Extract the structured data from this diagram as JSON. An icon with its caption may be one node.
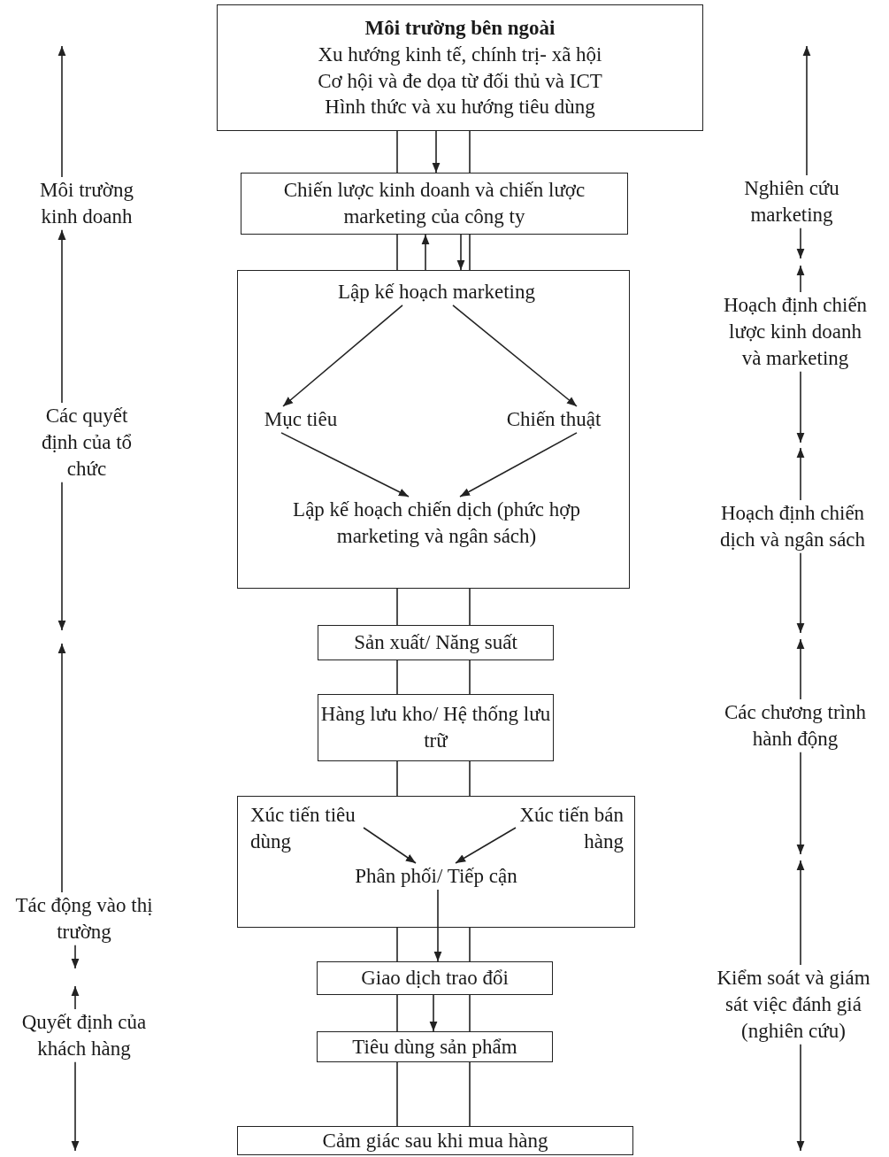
{
  "diagram": {
    "nodes": [
      {
        "text": [
          "Môi trường bên ngoài",
          "Xu hướng kinh tế, chính trị- xã hội",
          "Cơ hội và đe dọa từ đối thủ và ICT",
          "Hình thức và xu hướng tiêu dùng"
        ]
      },
      {
        "text": [
          "Chiến lược kinh doanh và chiến lược marketing của công ty"
        ]
      },
      {
        "text": [],
        "shape": "box"
      },
      {
        "text": [
          "Lập kế hoạch marketing"
        ],
        "in": 2
      },
      {
        "text": [
          "Mục tiêu"
        ],
        "in": 2
      },
      {
        "text": [
          "Chiến thuật"
        ],
        "in": 2
      },
      {
        "text": [
          "Lập kế hoạch chiến dịch (phức hợp marketing và ngân sách)"
        ],
        "in": 2
      },
      {
        "text": [
          "Sản xuất/ Năng suất"
        ]
      },
      {
        "text": [
          "Hàng lưu kho/ Hệ thống lưu trữ"
        ]
      },
      {
        "text": [],
        "shape": "box"
      },
      {
        "text": [
          "Xúc tiến tiêu dùng"
        ],
        "in": 9
      },
      {
        "text": [
          "Xúc tiến bán hàng"
        ],
        "in": 9
      },
      {
        "text": [
          "Phân phối/ Tiếp cận"
        ],
        "in": 9
      },
      {
        "text": [
          "Giao dịch trao đổi"
        ]
      },
      {
        "text": [
          "Tiêu dùng sản phẩm"
        ]
      },
      {
        "text": [
          "Cảm giác sau khi mua hàng"
        ]
      },
      {
        "text": [
          "Môi trường kinh doanh"
        ]
      },
      {
        "text": [
          "Các quyết định của tổ chức"
        ]
      },
      {
        "text": [
          "Tác động vào thị trường"
        ]
      },
      {
        "text": [
          "Quyết định của khách hàng"
        ]
      },
      {
        "text": [
          "Nghiên cứu marketing"
        ]
      },
      {
        "text": [
          "Hoạch định chiến lược kinh doanh và marketing"
        ]
      },
      {
        "text": [
          "Hoạch định chiến dịch và ngân sách"
        ]
      },
      {
        "text": [
          "Các chương trình hành động"
        ]
      },
      {
        "text": [
          "Kiểm soát và giám sát việc đánh giá (nghiên cứu)"
        ]
      }
    ],
    "edges": [
      {
        "from": 0,
        "to": 1,
        "arrow": "to"
      },
      {
        "from": 0,
        "to": 1,
        "arrow": "none"
      },
      {
        "from": 0,
        "to": 1,
        "arrow": "none"
      },
      {
        "from": 1,
        "to": 2,
        "arrow": "none"
      },
      {
        "from": 1,
        "to": 2,
        "arrow": "none"
      },
      {
        "from": 2,
        "to": 1,
        "arrow": "to"
      },
      {
        "from": 1,
        "to": 2,
        "arrow": "to"
      },
      {
        "from": 3,
        "to": 4,
        "arrow": "to"
      },
      {
        "from": 3,
        "to": 5,
        "arrow": "to"
      },
      {
        "from": 4,
        "to": 6,
        "arrow": "to"
      },
      {
        "from": 5,
        "to": 6,
        "arrow": "to"
      },
      {
        "from": 2,
        "to": 7,
        "arrow": "none"
      },
      {
        "from": 2,
        "to": 7,
        "arrow": "none"
      },
      {
        "from": 7,
        "to": 8,
        "arrow": "none"
      },
      {
        "from": 7,
        "to": 8,
        "arrow": "none"
      },
      {
        "from": 8,
        "to": 9,
        "arrow": "none"
      },
      {
        "from": 8,
        "to": 9,
        "arrow": "none"
      },
      {
        "from": 10,
        "to": 12,
        "arrow": "to"
      },
      {
        "from": 11,
        "to": 12,
        "arrow": "to"
      },
      {
        "from": 12,
        "to": 13,
        "arrow": "to"
      },
      {
        "from": 9,
        "to": 13,
        "arrow": "none"
      },
      {
        "from": 9,
        "to": 13,
        "arrow": "none"
      },
      {
        "from": 13,
        "to": 14,
        "arrow": "to"
      },
      {
        "from": 13,
        "to": 14,
        "arrow": "none"
      },
      {
        "from": 13,
        "to": 14,
        "arrow": "none"
      },
      {
        "from": 14,
        "to": 15,
        "arrow": "none"
      },
      {
        "from": 14,
        "to": 15,
        "arrow": "none"
      },
      {
        "from": 16,
        "to": null,
        "arrow": "to"
      },
      {
        "from": 17,
        "to": 16,
        "arrow": "to"
      },
      {
        "from": 17,
        "to": null,
        "arrow": "to"
      },
      {
        "from": 18,
        "to": null,
        "arrow": "to"
      },
      {
        "from": 18,
        "to": null,
        "arrow": "to"
      },
      {
        "from": 19,
        "to": null,
        "arrow": "to"
      },
      {
        "from": 19,
        "to": null,
        "arrow": "to"
      },
      {
        "from": 20,
        "to": null,
        "arrow": "to"
      },
      {
        "from": 20,
        "to": null,
        "arrow": "to"
      },
      {
        "from": 21,
        "to": null,
        "arrow": "to"
      },
      {
        "from": 21,
        "to": null,
        "arrow": "to"
      },
      {
        "from": 22,
        "to": null,
        "arrow": "to"
      },
      {
        "from": 22,
        "to": null,
        "arrow": "to"
      },
      {
        "from": 23,
        "to": null,
        "arrow": "to"
      },
      {
        "from": 23,
        "to": null,
        "arrow": "to"
      },
      {
        "from": 24,
        "to": null,
        "arrow": "to"
      },
      {
        "from": 24,
        "to": null,
        "arrow": "to"
      }
    ]
  }
}
